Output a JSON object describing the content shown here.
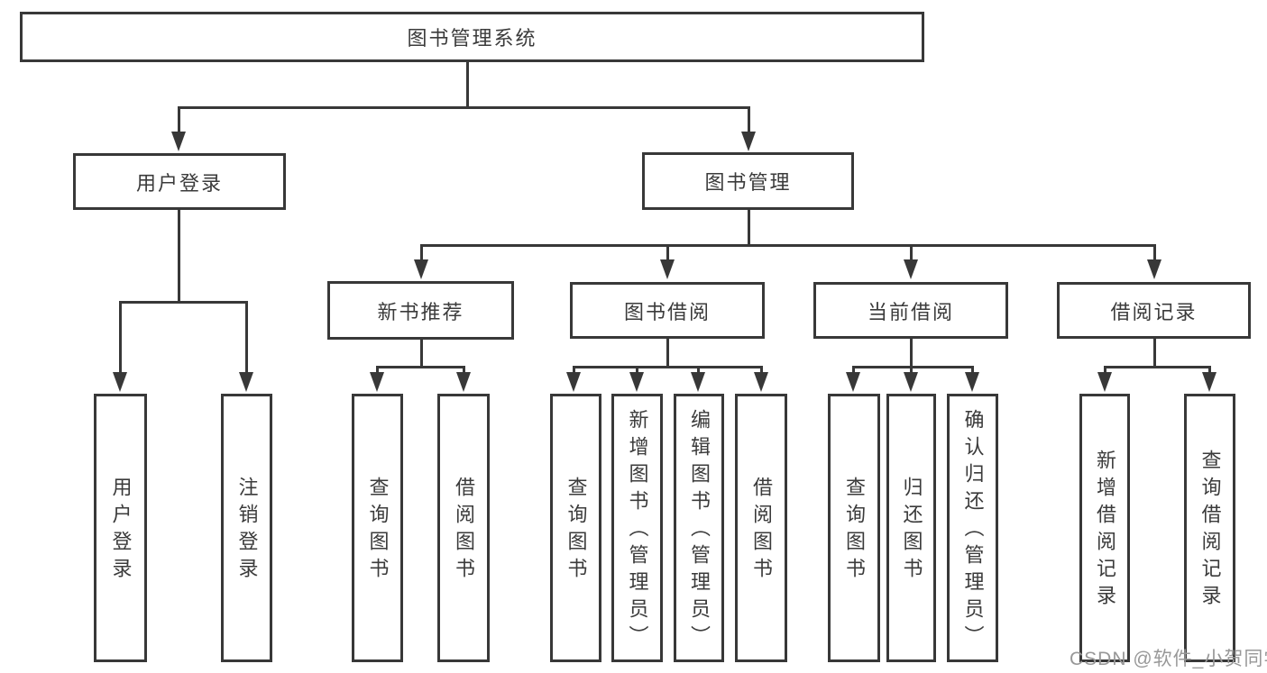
{
  "title": "图书管理系统",
  "colors": {
    "background": "#ffffff",
    "line": "#383838",
    "text": "#3b3b3b",
    "watermark": "#989898"
  },
  "nodes": {
    "root": "图书管理系统",
    "user_login": "用户登录",
    "book_mgmt": "图书管理",
    "new_book_rec": "新书推荐",
    "book_borrow": "图书借阅",
    "current_borrow": "当前借阅",
    "borrow_records": "借阅记录",
    "u_login": "用户登录",
    "u_logout": "注销登录",
    "nb_query": "查询图书",
    "nb_borrow": "借阅图书",
    "bb_query": "查询图书",
    "bb_add": "新增图书（管理员）",
    "bb_edit": "编辑图书（管理员）",
    "bb_borrow": "借阅图书",
    "cb_query": "查询图书",
    "cb_return": "归还图书",
    "cb_confirm": "确认归还（管理员）",
    "br_add": "新增借阅记录",
    "br_query": "查询借阅记录"
  },
  "hierarchy": {
    "图书管理系统": {
      "用户登录": [
        "用户登录",
        "注销登录"
      ],
      "图书管理": {
        "新书推荐": [
          "查询图书",
          "借阅图书"
        ],
        "图书借阅": [
          "查询图书",
          "新增图书（管理员）",
          "编辑图书（管理员）",
          "借阅图书"
        ],
        "当前借阅": [
          "查询图书",
          "归还图书",
          "确认归还（管理员）"
        ],
        "借阅记录": [
          "新增借阅记录",
          "查询借阅记录"
        ]
      }
    }
  },
  "watermark": "CSDN @软件_小贺同学"
}
